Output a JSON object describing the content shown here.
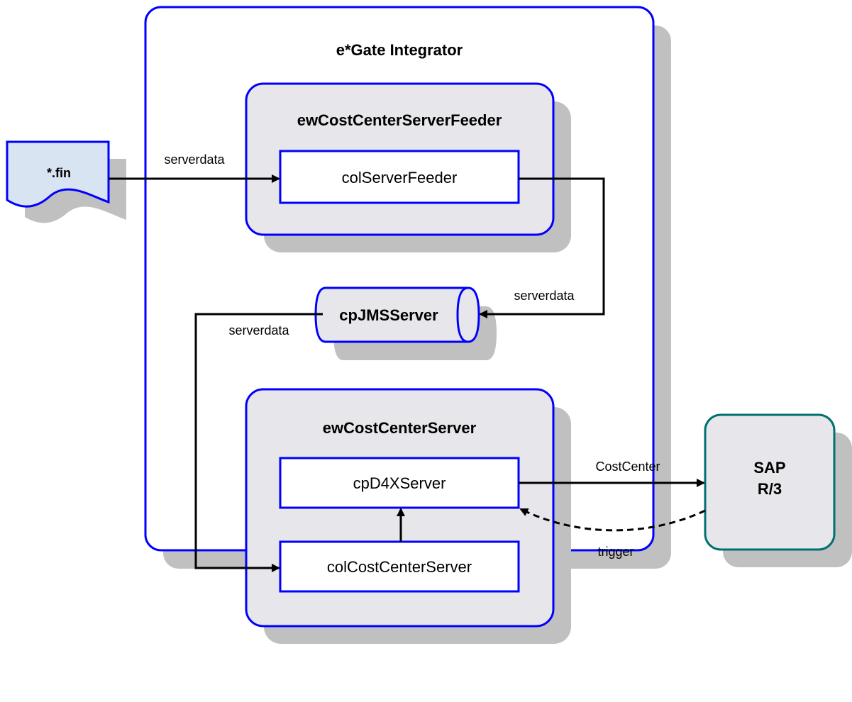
{
  "integrator": {
    "title": "e*Gate Integrator"
  },
  "file": {
    "label": "*.fin"
  },
  "feeder": {
    "title": "ewCostCenterServerFeeder",
    "collaboration": "colServerFeeder"
  },
  "jms": {
    "label": "cpJMSServer"
  },
  "server": {
    "title": "ewCostCenterServer",
    "connection_point": "cpD4XServer",
    "collaboration": "colCostCenterServer"
  },
  "sap": {
    "line1": "SAP",
    "line2": "R/3"
  },
  "labels": {
    "file_to_feeder": "serverdata",
    "feeder_to_jms": "serverdata",
    "jms_to_server": "serverdata",
    "to_sap": "CostCenter",
    "trigger": "trigger"
  },
  "colors": {
    "blue": "#0000FF",
    "teal": "#007070",
    "panel": "#E6E6EB",
    "shadow": "#C0C0C0",
    "file_fill": "#D9E4F2"
  }
}
